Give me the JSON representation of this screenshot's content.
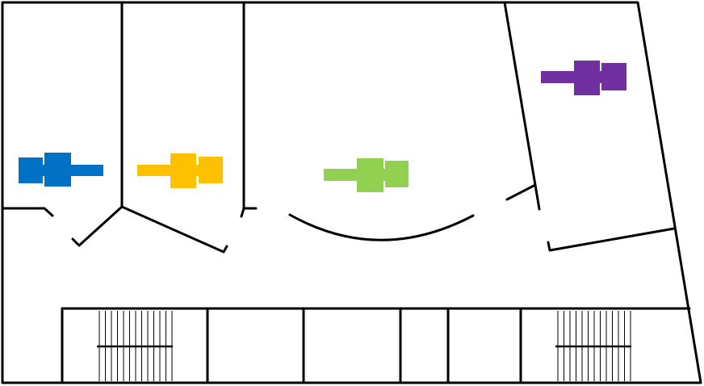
{
  "floor_color": "#f1f1f1",
  "wall_color": "#000000",
  "markers": [
    {
      "id": "blue",
      "color": "#0071c5"
    },
    {
      "id": "yellow",
      "color": "#ffc000"
    },
    {
      "id": "green",
      "color": "#92d050"
    },
    {
      "id": "purple",
      "color": "#7030a0"
    }
  ]
}
